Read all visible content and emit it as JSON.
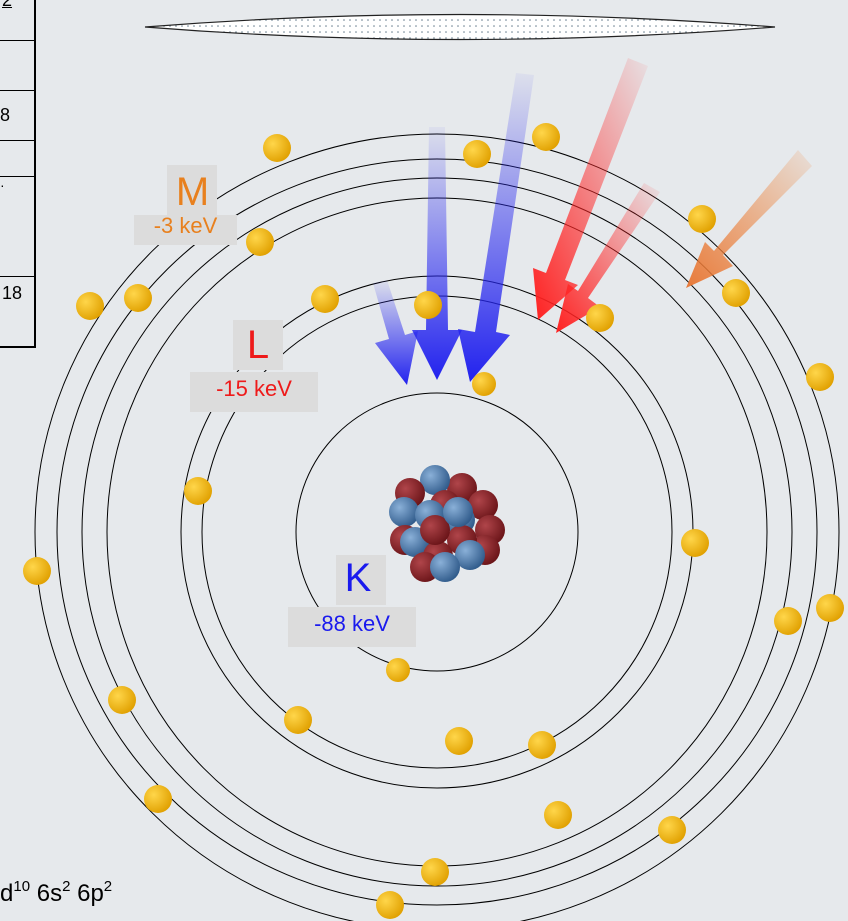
{
  "shells": {
    "K": {
      "letter": "K",
      "energy": "-88 keV",
      "color": "#1a1aee"
    },
    "L": {
      "letter": "L",
      "energy": "-15 keV",
      "color": "#ee1a1a"
    },
    "M": {
      "letter": "M",
      "energy": "-3 keV",
      "color": "#e8801e"
    }
  },
  "config": {
    "d": "d",
    "d_exp": "10",
    "s": "6s",
    "s_exp": "2",
    "p": "6p",
    "p_exp": "2"
  },
  "table": {
    "cells": [
      "2",
      "8",
      "18"
    ]
  },
  "colors": {
    "electron": "#f2b300",
    "proton": "#8b1f22",
    "neutron": "#4c78a8",
    "orbit": "#000000",
    "background": "#e6e9ec"
  }
}
